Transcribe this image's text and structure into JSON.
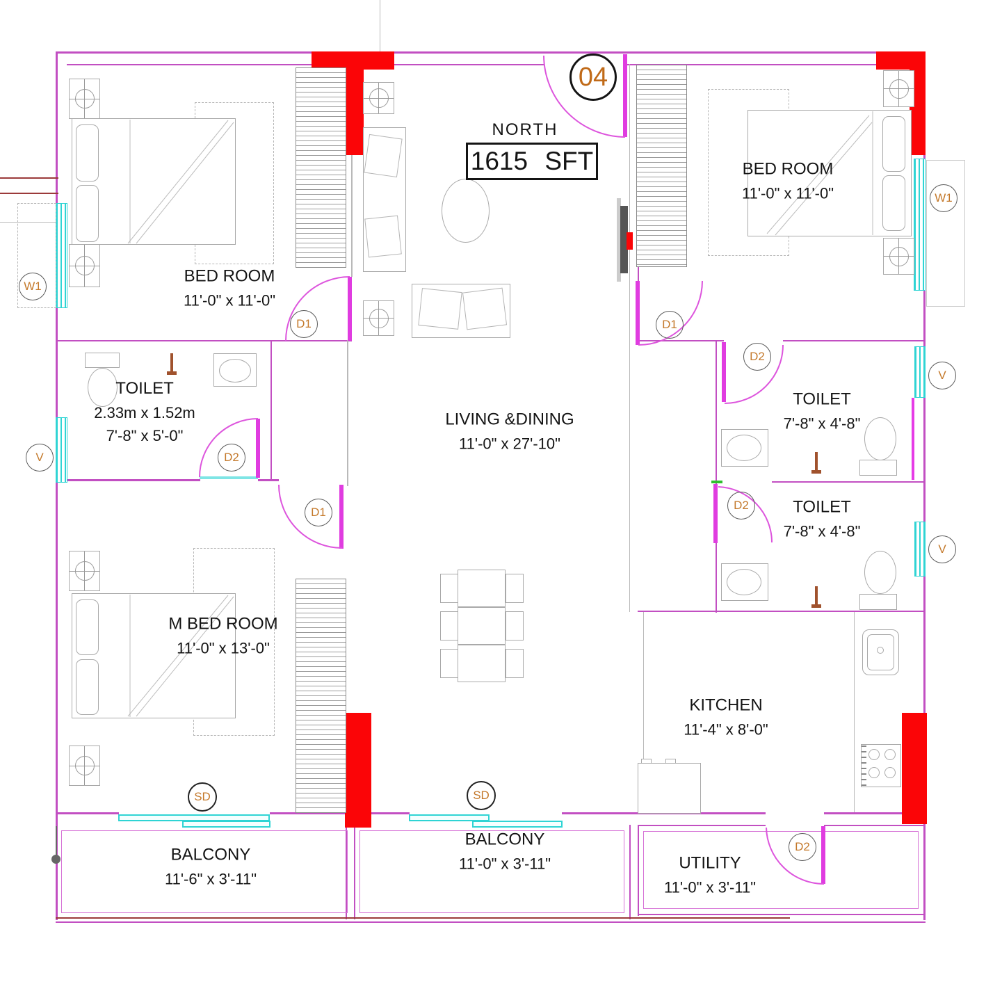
{
  "title": {
    "unit_number": "04",
    "north_label": "NORTH",
    "area_label": "1615 SFT"
  },
  "rooms": {
    "bedroom_top_left": {
      "name": "BED ROOM",
      "dims": "11'-0\" x 11'-0\""
    },
    "bedroom_top_right": {
      "name": "BED ROOM",
      "dims": "11'-0\" x 11'-0\""
    },
    "toilet_left": {
      "name": "TOILET",
      "dims_metric": "2.33m x 1.52m",
      "dims": "7'-8\" x 5'-0\""
    },
    "living_dining": {
      "name": "LIVING &DINING",
      "dims": "11'-0\" x 27'-10\""
    },
    "toilet_right_upper": {
      "name": "TOILET",
      "dims": "7'-8\" x 4'-8\""
    },
    "toilet_right_lower": {
      "name": "TOILET",
      "dims": "7'-8\" x 4'-8\""
    },
    "master_bedroom": {
      "name": "M BED ROOM",
      "dims": "11'-0\" x 13'-0\""
    },
    "kitchen": {
      "name": "KITCHEN",
      "dims": "11'-4\" x 8'-0\""
    },
    "balcony_left": {
      "name": "BALCONY",
      "dims": "11'-6\" x 3'-11\""
    },
    "balcony_center": {
      "name": "BALCONY",
      "dims": "11'-0\" x 3'-11\""
    },
    "utility": {
      "name": "UTILITY",
      "dims": "11'-0\" x 3'-11\""
    }
  },
  "tags": {
    "d1": "D1",
    "d2": "D2",
    "sd": "SD",
    "w1": "W1",
    "v": "V"
  },
  "colors": {
    "wall": "#C24FC2",
    "door": "#DD55DD",
    "window": "#2FD4D4",
    "column": "#FB0507",
    "tag_text": "#C4792B",
    "balcony_edge": "#9B3A3A"
  }
}
